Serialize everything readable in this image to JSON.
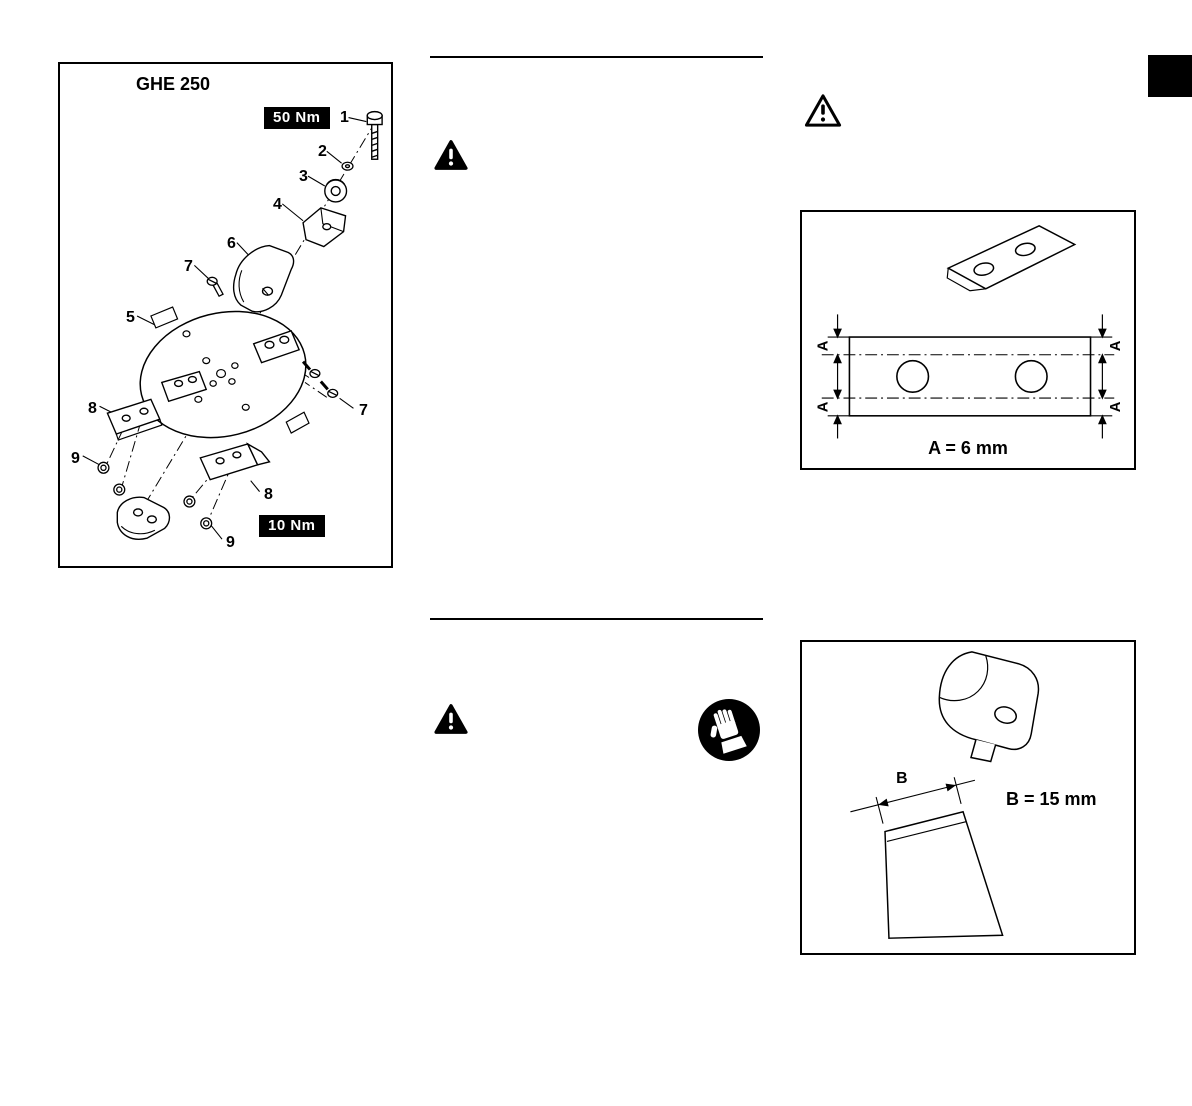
{
  "page": {
    "colors": {
      "ink": "#000000",
      "paper": "#ffffff"
    }
  },
  "exploded_view": {
    "title": "GHE 250",
    "torque_top": "50 Nm",
    "torque_bottom": "10 Nm",
    "part_labels": [
      "1",
      "2",
      "3",
      "4",
      "6",
      "7",
      "5",
      "8",
      "9",
      "7",
      "8",
      "9"
    ]
  },
  "wear_limit_figure": {
    "dim_label": "A",
    "caption": "A = 6 mm"
  },
  "sharpening_figure": {
    "dim_label": "B",
    "caption": "B = 15 mm"
  },
  "icons": {
    "warning_filled": "warning-triangle-filled",
    "warning_outline": "warning-triangle-outline",
    "gloves": "wear-protective-gloves",
    "section_tab": "page-edge-tab"
  }
}
